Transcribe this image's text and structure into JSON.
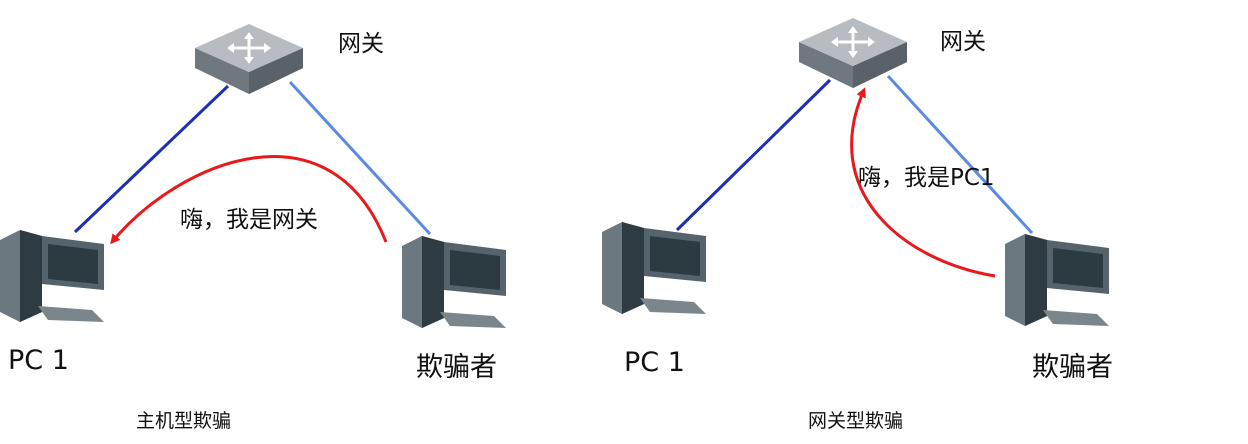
{
  "colors": {
    "link_dark_blue": "#1c2fb5",
    "link_light_blue": "#5b8be0",
    "arrow_red": "#e8191a",
    "device_body": "#4b5b64",
    "router_body": "#9aa2a8"
  },
  "left_diagram": {
    "gateway_label": "网关",
    "pc_label": "PC 1",
    "attacker_label": "欺骗者",
    "message": "嗨，我是网关",
    "caption": "主机型欺骗"
  },
  "right_diagram": {
    "gateway_label": "网关",
    "pc_label": "PC 1",
    "attacker_label": "欺骗者",
    "message": "嗨，我是PC1",
    "caption": "网关型欺骗"
  }
}
